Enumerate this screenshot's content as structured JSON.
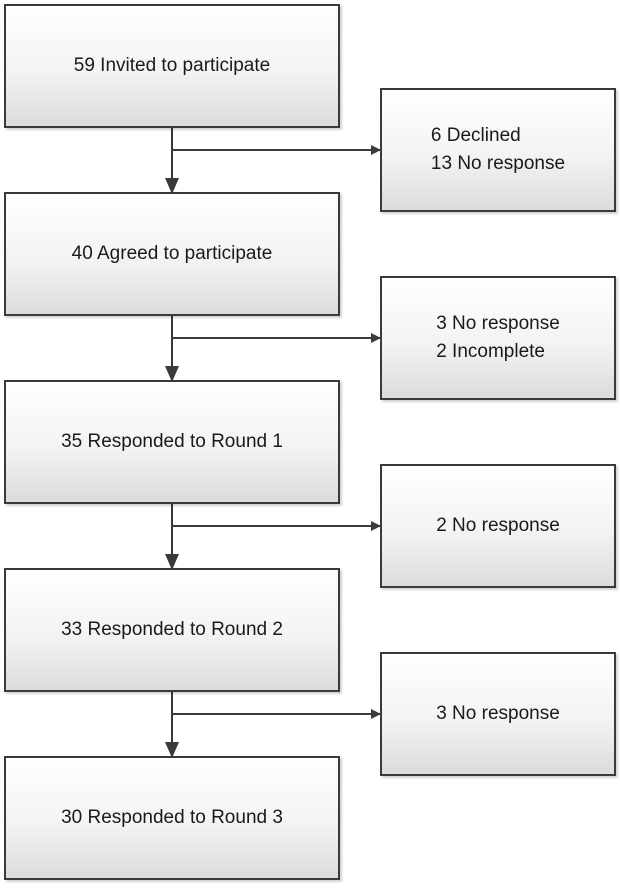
{
  "flow": {
    "main": [
      {
        "text": "59 Invited to participate"
      },
      {
        "text": "40 Agreed to participate"
      },
      {
        "text": "35 Responded to Round 1"
      },
      {
        "text": "33 Responded to Round 2"
      },
      {
        "text": "30 Responded to Round 3"
      }
    ],
    "exclusions": [
      {
        "lines": [
          "6 Declined",
          "13 No response"
        ]
      },
      {
        "lines": [
          "3 No response",
          "2 Incomplete"
        ]
      },
      {
        "lines": [
          "2 No response"
        ]
      },
      {
        "lines": [
          "3 No response"
        ]
      }
    ]
  },
  "colors": {
    "border": "#3a3a3a",
    "arrow": "#3a3a3a",
    "text": "#1a1a1a"
  }
}
